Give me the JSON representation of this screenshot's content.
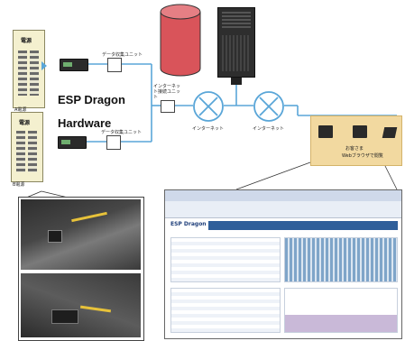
{
  "diagram": {
    "title_line1": "ESP Dragon",
    "title_line2": "Hardware",
    "panel_top_header": "電源",
    "panel_top_caption": "A電源",
    "panel_bottom_header": "電源",
    "panel_bottom_caption": "B電源",
    "unit_top_label": "データ収集ユニット",
    "unit_bottom_label": "データ収集ユニット",
    "internet_unit_label": "インターネット接続ユニット",
    "internet_left_label": "インターネット",
    "internet_right_label": "インターネット",
    "clients_caption": "Webブラウザで閲覧",
    "clients_sub": "お客さま",
    "colors": {
      "panel": "#f4f0cf",
      "line": "#5aa6d8",
      "clients_bg": "#f2d9a0",
      "database": "#d9545a",
      "server": "#2e2e2e"
    },
    "screenshot_title": "データ表示",
    "screenshot_brand": "ESP Dragon"
  }
}
